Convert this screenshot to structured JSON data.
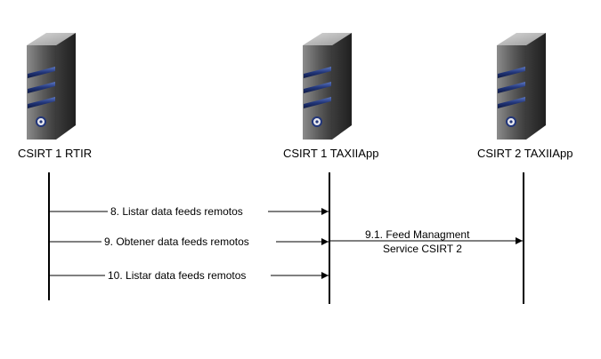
{
  "diagram": {
    "participants": [
      {
        "id": "rtir",
        "label": "CSIRT 1 RTIR"
      },
      {
        "id": "taxii1",
        "label": "CSIRT 1 TAXIIApp"
      },
      {
        "id": "taxii2",
        "label": "CSIRT 2 TAXIIApp"
      }
    ],
    "messages": [
      {
        "from": "rtir",
        "to": "taxii1",
        "label": "8. Listar data feeds remotos"
      },
      {
        "from": "rtir",
        "to": "taxii1",
        "label": "9. Obtener data feeds remotos"
      },
      {
        "from": "taxii1",
        "to": "taxii2",
        "label_lines": [
          "9.1. Feed Managment",
          "Service CSIRT 2"
        ]
      },
      {
        "from": "rtir",
        "to": "taxii1",
        "label": "10. Listar data feeds remotos"
      }
    ],
    "colors": {
      "stroke": "#000000",
      "server_body": "#4a4a4a",
      "server_bands": "#1f2f66"
    },
    "icons": [
      "server-icon"
    ]
  }
}
